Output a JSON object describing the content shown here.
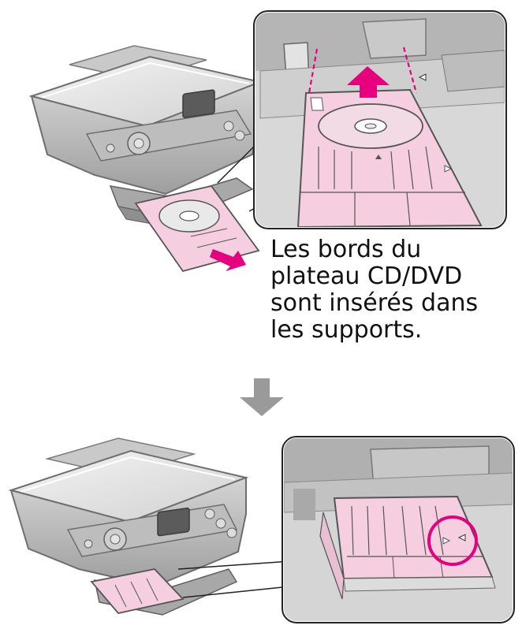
{
  "caption": {
    "lines": [
      "Les bords du",
      "plateau CD/DVD",
      "sont insérés dans",
      "les supports."
    ]
  },
  "colors": {
    "tray_pink": "#f5cfdf",
    "tray_stroke": "#555555",
    "arrow_magenta": "#e6007e",
    "step_arrow_gray": "#9a9a9a",
    "printer_gray": "#b9b9b9",
    "printer_dark": "#8c8c8c",
    "highlight_circle": "#e6007e"
  },
  "icons": [
    "printer-illustration",
    "cd-tray",
    "disc",
    "insert-arrow-icon",
    "down-step-arrow-icon",
    "highlight-circle"
  ]
}
